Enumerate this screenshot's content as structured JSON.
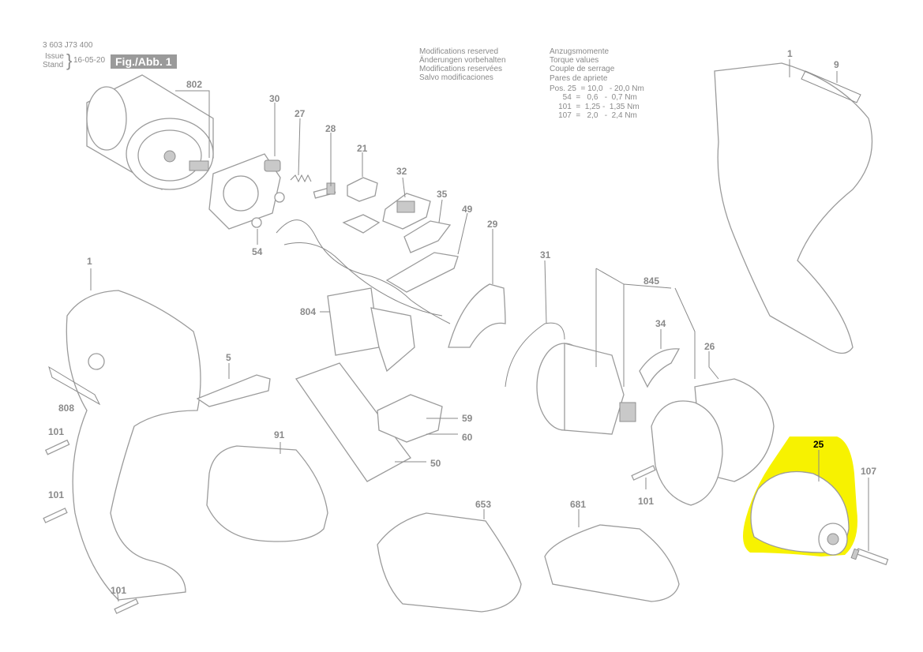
{
  "header": {
    "doc_number": "3 603 J73 400",
    "issue_label": "Issue",
    "stand_label": "Stand",
    "issue_date": "16-05-20",
    "figure_label": "Fig./Abb. 1"
  },
  "notes": {
    "modifications": [
      "Modifications reserved",
      "Änderungen vorbehalten",
      "Modifications reservées",
      "Salvo modificaciones"
    ],
    "torque_titles": [
      "Anzugsmomente",
      "Torque values",
      "Couple de serrage",
      "Pares de apriete"
    ],
    "torque_values": [
      "Pos. 25  = 10,0   - 20,0 Nm",
      "      54  =   0,6   -  0,7 Nm",
      "    101  =  1,25 -  1,35 Nm",
      "    107  =   2,0   -  2,4 Nm"
    ]
  },
  "highlight": {
    "part": "25",
    "color": "#f7f200"
  },
  "parts": [
    {
      "id": "p802",
      "label": "802"
    },
    {
      "id": "p30",
      "label": "30"
    },
    {
      "id": "p27",
      "label": "27"
    },
    {
      "id": "p28",
      "label": "28"
    },
    {
      "id": "p21",
      "label": "21"
    },
    {
      "id": "p32",
      "label": "32"
    },
    {
      "id": "p35",
      "label": "35"
    },
    {
      "id": "p49",
      "label": "49"
    },
    {
      "id": "p54",
      "label": "54"
    },
    {
      "id": "p29",
      "label": "29"
    },
    {
      "id": "p31",
      "label": "31"
    },
    {
      "id": "p845",
      "label": "845"
    },
    {
      "id": "p34",
      "label": "34"
    },
    {
      "id": "p26",
      "label": "26"
    },
    {
      "id": "p1a",
      "label": "1"
    },
    {
      "id": "p9",
      "label": "9"
    },
    {
      "id": "p1b",
      "label": "1"
    },
    {
      "id": "p804",
      "label": "804"
    },
    {
      "id": "p5",
      "label": "5"
    },
    {
      "id": "p808",
      "label": "808"
    },
    {
      "id": "p101a",
      "label": "101"
    },
    {
      "id": "p101b",
      "label": "101"
    },
    {
      "id": "p101c",
      "label": "101"
    },
    {
      "id": "p91",
      "label": "91"
    },
    {
      "id": "p59",
      "label": "59"
    },
    {
      "id": "p60",
      "label": "60"
    },
    {
      "id": "p50",
      "label": "50"
    },
    {
      "id": "p653",
      "label": "653"
    },
    {
      "id": "p681",
      "label": "681"
    },
    {
      "id": "p101d",
      "label": "101"
    },
    {
      "id": "p25",
      "label": "25"
    },
    {
      "id": "p107",
      "label": "107"
    }
  ]
}
